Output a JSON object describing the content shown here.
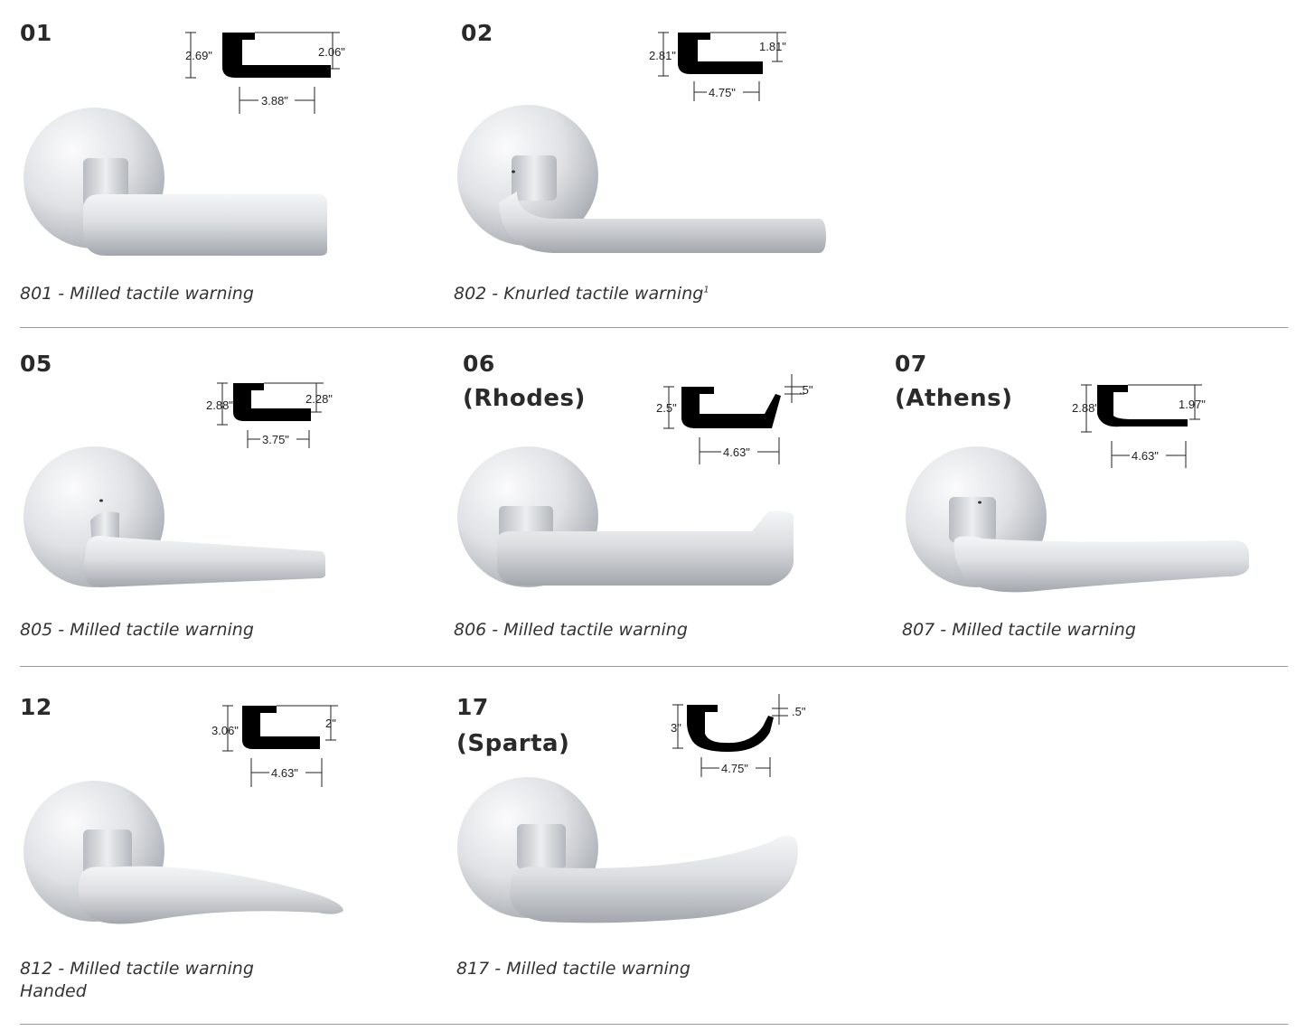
{
  "items": [
    {
      "code": "01",
      "subtitle": "",
      "dim_height": "2.69\"",
      "dim_drop": "2.06\"",
      "dim_length": "3.88\"",
      "caption": "801 - Milled tactile warning",
      "caption2": ""
    },
    {
      "code": "02",
      "subtitle": "",
      "dim_height": "2.81\"",
      "dim_drop": "1.81\"",
      "dim_length": "4.75\"",
      "caption": "802 - Knurled tactile warning",
      "caption_sup": "1",
      "caption2": ""
    },
    {
      "code": "05",
      "subtitle": "",
      "dim_height": "2.88\"",
      "dim_drop": "2.28\"",
      "dim_length": "3.75\"",
      "caption": "805 - Milled tactile warning",
      "caption2": ""
    },
    {
      "code": "06",
      "subtitle": "(Rhodes)",
      "dim_height": "2.5\"",
      "dim_drop": ".5\"",
      "dim_length": "4.63\"",
      "caption": "806 - Milled tactile warning",
      "caption2": ""
    },
    {
      "code": "07",
      "subtitle": "(Athens)",
      "dim_height": "2.88\"",
      "dim_drop": "1.97\"",
      "dim_length": "4.63\"",
      "caption": "807 - Milled tactile warning",
      "caption2": ""
    },
    {
      "code": "12",
      "subtitle": "",
      "dim_height": "3.06\"",
      "dim_drop": "2\"",
      "dim_length": "4.63\"",
      "caption": "812  - Milled tactile warning",
      "caption2": "Handed"
    },
    {
      "code": "17",
      "subtitle": "(Sparta)",
      "dim_height": "3\"",
      "dim_drop": ".5\"",
      "dim_length": "4.75\"",
      "caption": "817  - Milled tactile warning",
      "caption2": ""
    }
  ],
  "colors": {
    "rule": "#9a9a9a",
    "text": "#2a2a2a",
    "metal_light": "#f2f3f5",
    "metal_dark": "#9ea3aa"
  }
}
